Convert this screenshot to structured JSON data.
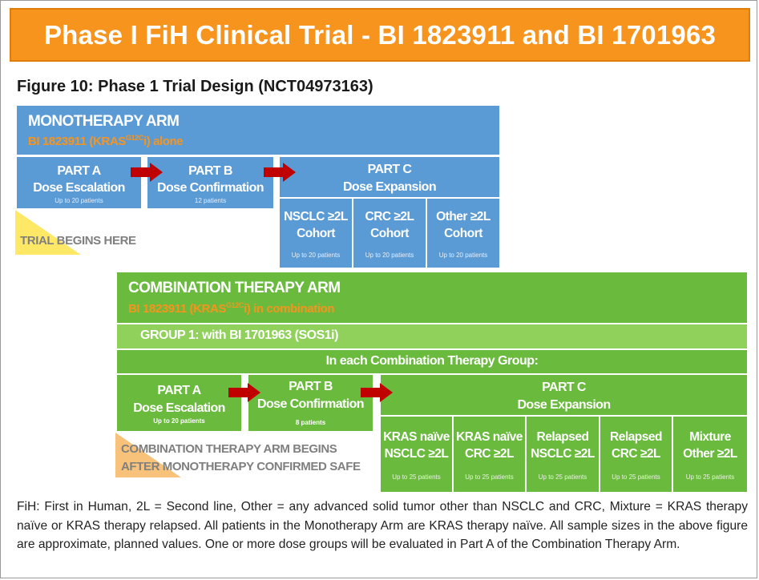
{
  "banner": {
    "title": "Phase I FiH Clinical Trial - BI 1823911 and BI 1701963"
  },
  "figure_title": "Figure 10: Phase 1 Trial Design (NCT04973163)",
  "colors": {
    "banner": "#f7941d",
    "mono": "#5b9bd5",
    "combo": "#6aba3e",
    "group": "#8fd15a",
    "arrow": "#c00000",
    "highlight": "#ffe866",
    "highlight2": "#f9c27a"
  },
  "mono": {
    "title": "MONOTHERAPY ARM",
    "subtitle_pre": "BI 1823911 (KRAS",
    "subtitle_sup": "G12C",
    "subtitle_post": "i) alone",
    "part_a": {
      "title": "PART A",
      "subtitle": "Dose Escalation",
      "size": "Up to 20 patients"
    },
    "part_b": {
      "title": "PART B",
      "subtitle": "Dose Confirmation",
      "size": "12 patients"
    },
    "part_c": {
      "title": "PART C",
      "subtitle": "Dose Expansion"
    },
    "cohorts": [
      {
        "line1": "NSCLC ≥2L",
        "line2": "Cohort",
        "size": "Up to 20 patients"
      },
      {
        "line1": "CRC ≥2L",
        "line2": "Cohort",
        "size": "Up to 20 patients"
      },
      {
        "line1": "Other ≥2L",
        "line2": "Cohort",
        "size": "Up to 20 patients"
      }
    ],
    "note": "TRIAL BEGINS HERE"
  },
  "combo": {
    "title": "COMBINATION THERAPY ARM",
    "subtitle_pre": "BI 1823911 (KRAS",
    "subtitle_sup": "G12C",
    "subtitle_post": "i) in combination",
    "group": "GROUP 1: with BI 1701963 (SOS1i)",
    "each": "In each Combination Therapy Group:",
    "part_a": {
      "title": "PART A",
      "subtitle": "Dose Escalation",
      "size": "Up to 20 patients"
    },
    "part_b": {
      "title": "PART B",
      "subtitle": "Dose Confirmation",
      "size": "8 patients"
    },
    "part_c": {
      "title": "PART C",
      "subtitle": "Dose Expansion"
    },
    "cohorts": [
      {
        "line1": "KRAS naïve",
        "line2": "NSCLC ≥2L",
        "size": "Up to 25 patients"
      },
      {
        "line1": "KRAS naïve",
        "line2": "CRC ≥2L",
        "size": "Up to 25 patients"
      },
      {
        "line1": "Relapsed",
        "line2": "NSCLC ≥2L",
        "size": "Up to 25 patients"
      },
      {
        "line1": "Relapsed",
        "line2": "CRC ≥2L",
        "size": "Up to 25 patients"
      },
      {
        "line1": "Mixture",
        "line2": "Other ≥2L",
        "size": "Up to 25 patients"
      }
    ],
    "note_line1": "COMBINATION THERAPY ARM BEGINS",
    "note_line2": "AFTER MONOTHERAPY CONFIRMED SAFE"
  },
  "footnote": "FiH: First in Human, 2L = Second line, Other = any advanced solid tumor other than NSCLC and CRC, Mixture = KRAS therapy naïve or KRAS therapy relapsed. All patients in the Monotherapy Arm are KRAS therapy naïve. All sample sizes in the above figure are approximate, planned values. One or more dose groups will be evaluated in Part A of the Combination Therapy Arm."
}
